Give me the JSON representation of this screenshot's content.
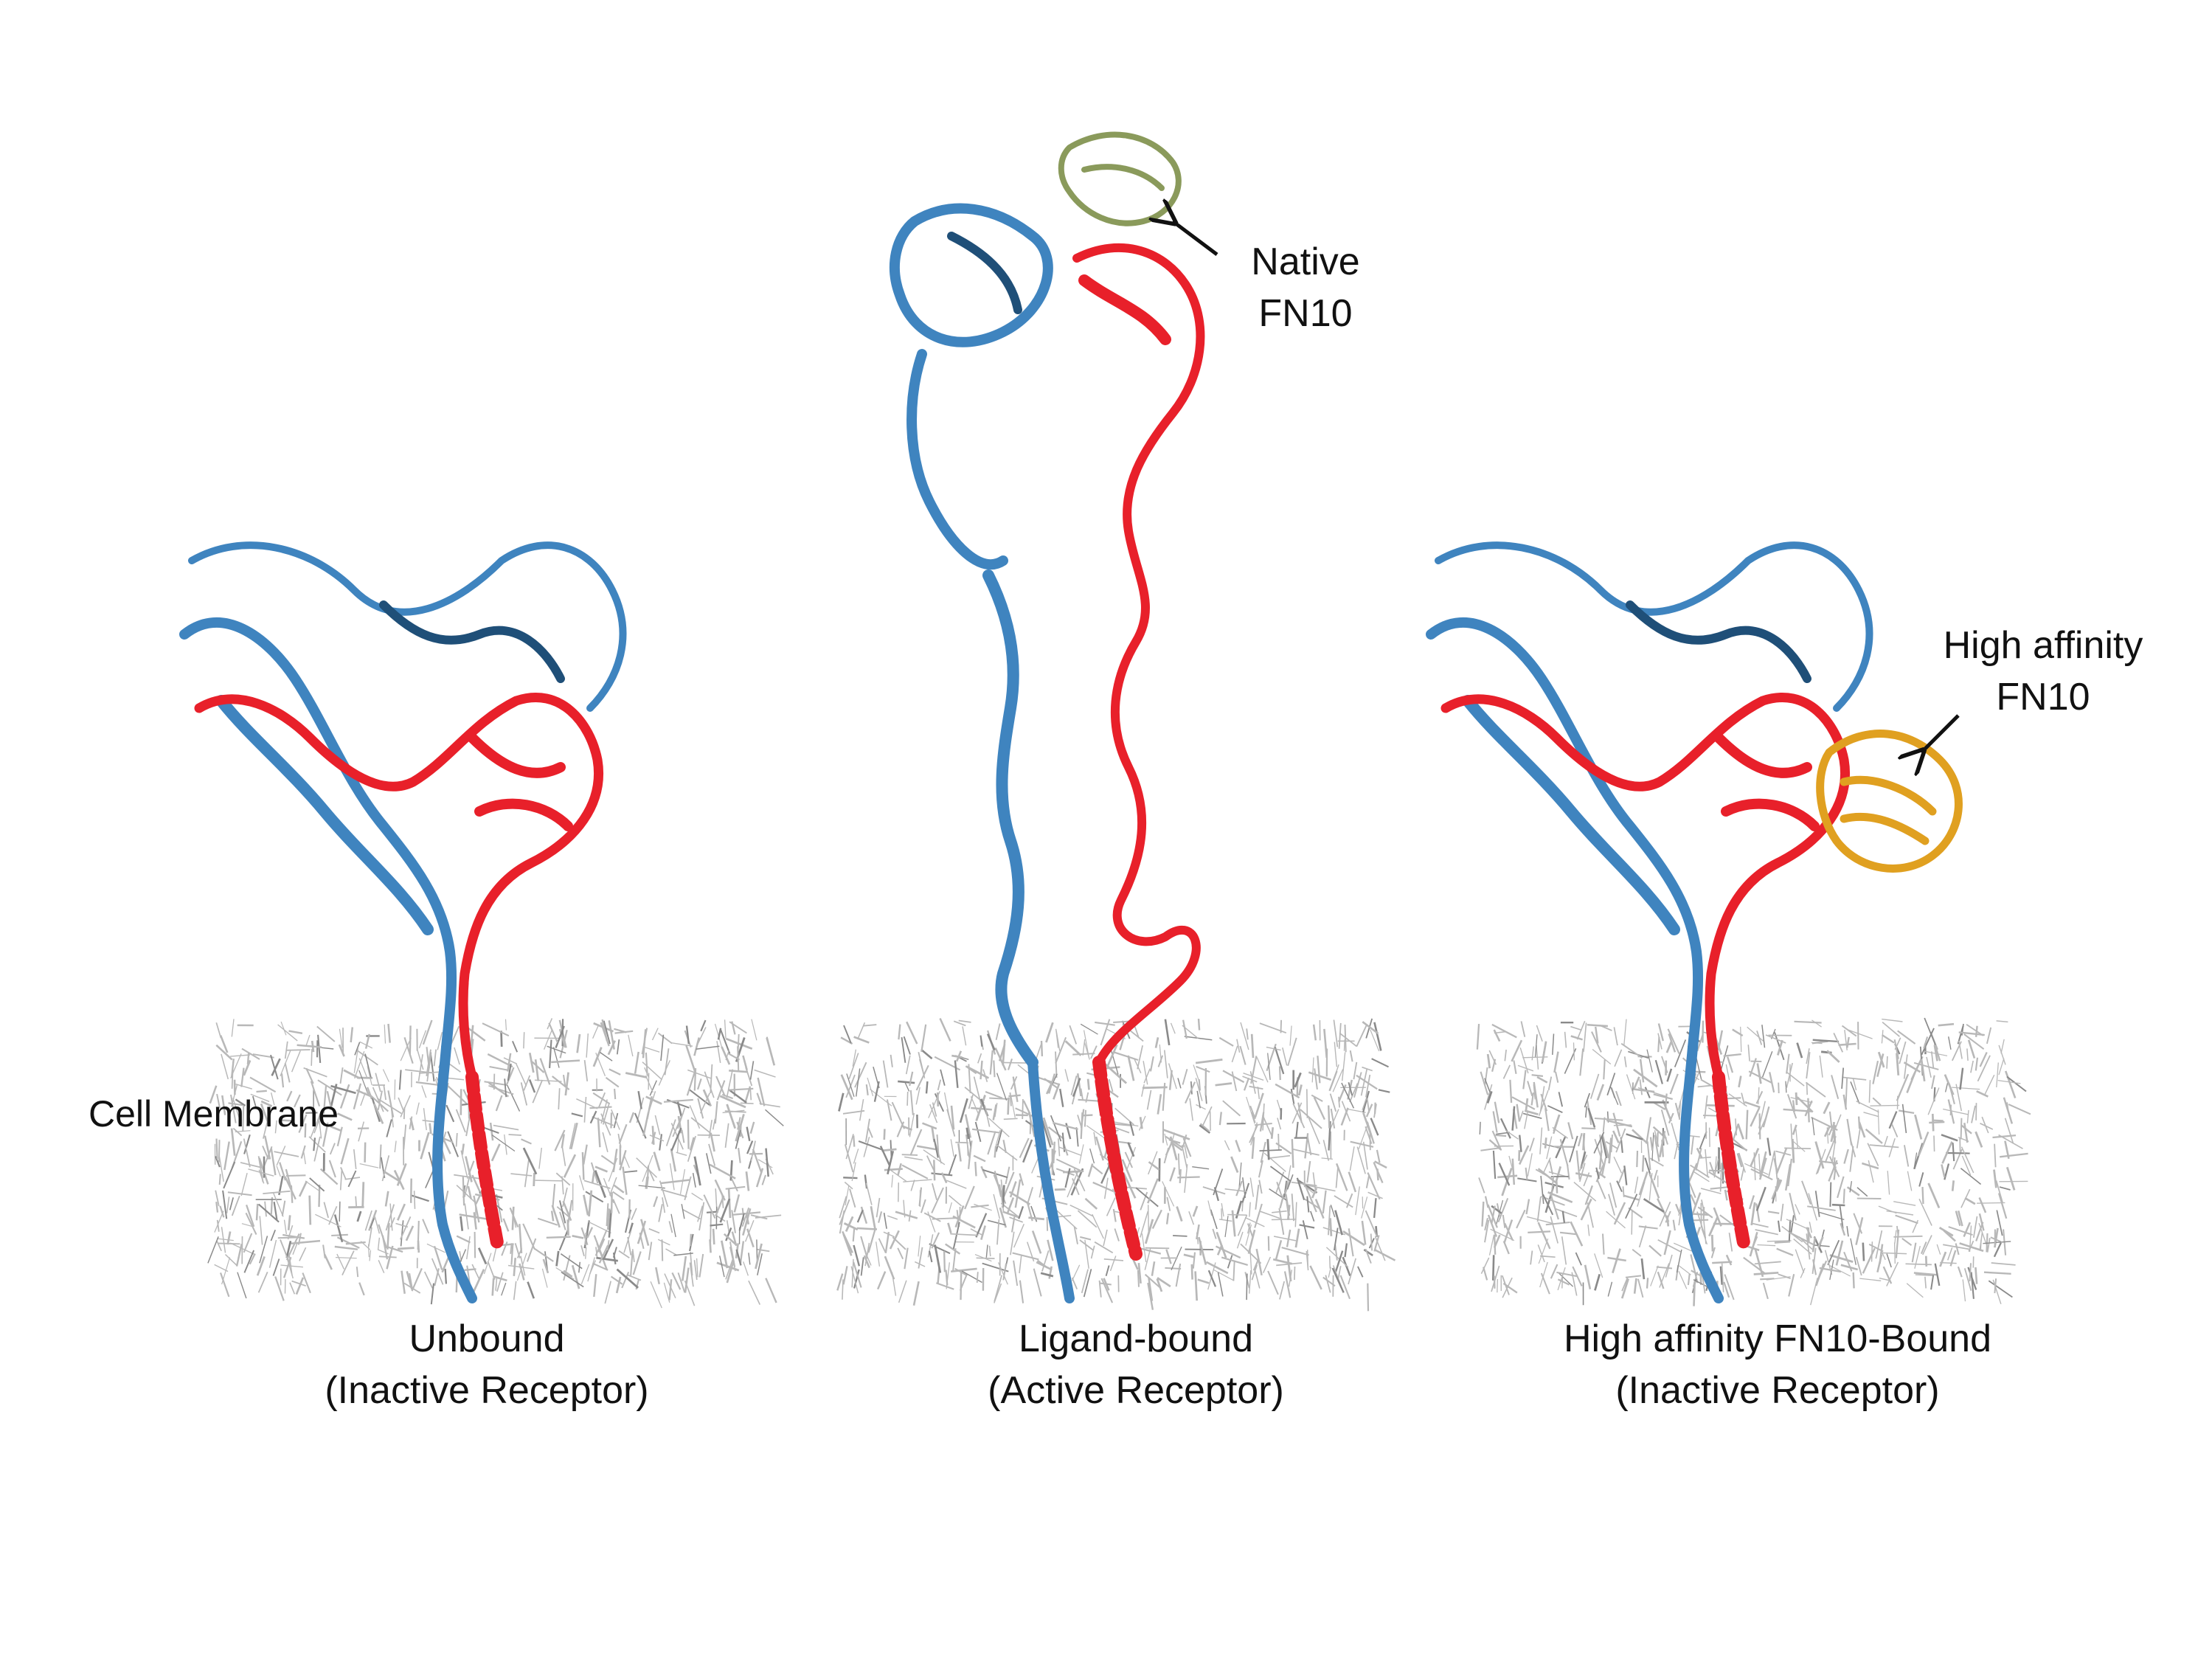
{
  "colors": {
    "receptor_blue": "#3f84bf",
    "receptor_blue_dark": "#1f4f78",
    "receptor_red": "#e8202a",
    "native_fn10": "#8a9a5b",
    "high_affinity_fn10": "#e0a020",
    "membrane": "#b8b8b8"
  },
  "labels": {
    "membrane": "Cell Membrane",
    "native_fn10_line1": "Native",
    "native_fn10_line2": "FN10",
    "high_affinity_line1": "High affinity",
    "high_affinity_line2": "FN10"
  },
  "panels": [
    {
      "title_line1": "Unbound",
      "title_line2": "(Inactive Receptor)"
    },
    {
      "title_line1": "Ligand-bound",
      "title_line2": "(Active Receptor)"
    },
    {
      "title_line1": "High affinity FN10-Bound",
      "title_line2": "(Inactive Receptor)"
    }
  ]
}
